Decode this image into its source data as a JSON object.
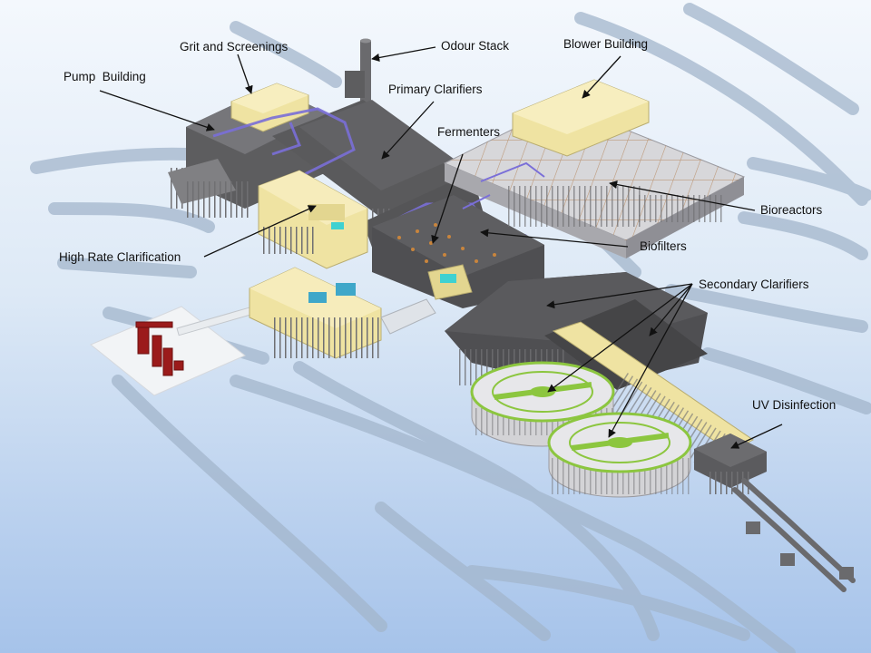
{
  "labels": {
    "grit": "Grit and Screenings",
    "odour": "Odour Stack",
    "blower": "Blower Building",
    "pump": "Pump  Building",
    "primary": "Primary Clarifiers",
    "fermenters": "Fermenters",
    "bioreactors": "Bioreactors",
    "high_rate": "High Rate Clarification",
    "biofilters": "Biofilters",
    "secondary": "Secondary Clarifiers",
    "uv": "UV Disinfection"
  },
  "colors": {
    "background_top": "#f4f8fd",
    "background_bottom": "#a6c3ea",
    "road": "#a3b6cc",
    "building_dark": "#5d5d5f",
    "building_yellow": "#efe3a2",
    "pipe_purple": "#7a6fd8",
    "clarifier_green": "#8cc63f",
    "crane_red": "#9b1b1b",
    "arrow": "#111111"
  }
}
